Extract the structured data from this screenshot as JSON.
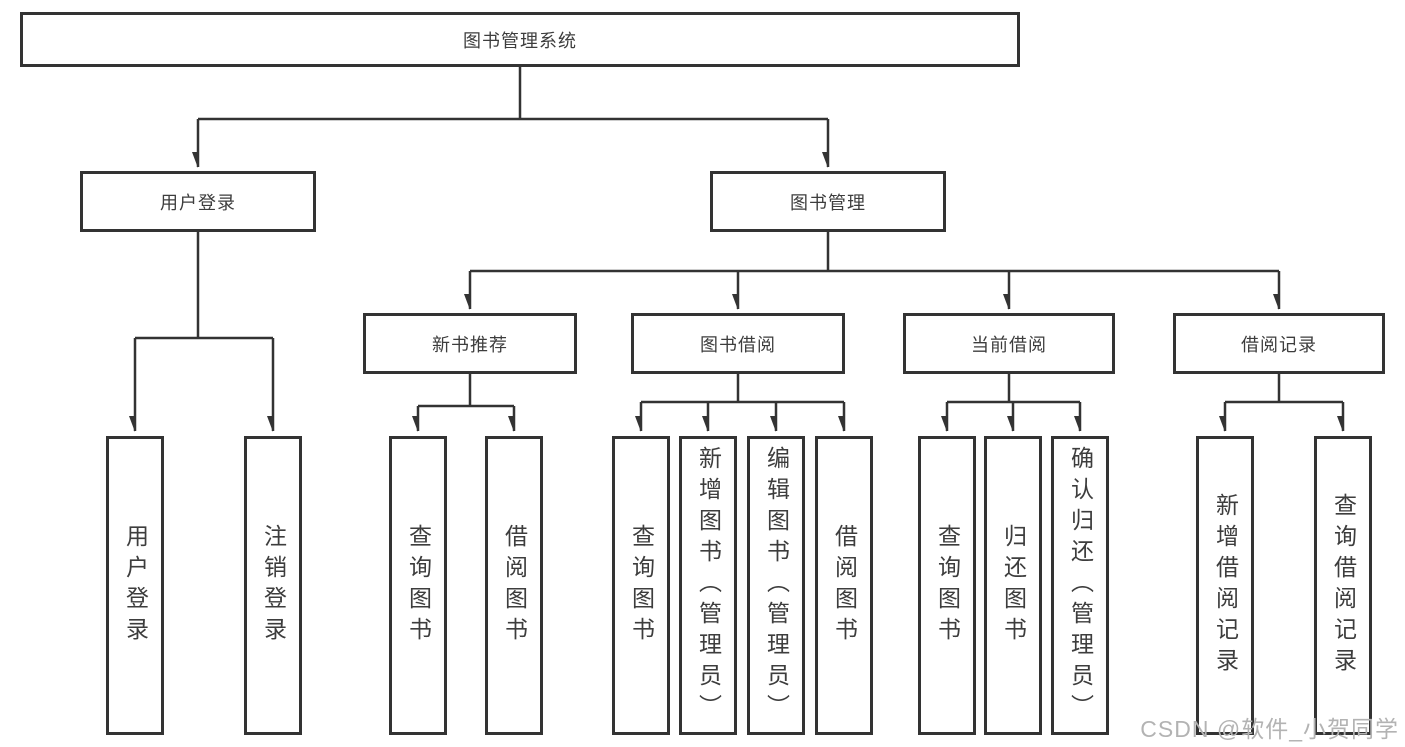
{
  "diagram": {
    "tree": {
      "label": "图书管理系统",
      "children": [
        {
          "label": "用户登录",
          "children": [
            {
              "label": "用户登录"
            },
            {
              "label": "注销登录"
            }
          ]
        },
        {
          "label": "图书管理",
          "children": [
            {
              "label": "新书推荐",
              "children": [
                {
                  "label": "查询图书"
                },
                {
                  "label": "借阅图书"
                }
              ]
            },
            {
              "label": "图书借阅",
              "children": [
                {
                  "label": "查询图书"
                },
                {
                  "label": "新增图书（管理员）"
                },
                {
                  "label": "编辑图书（管理员）"
                },
                {
                  "label": "借阅图书"
                }
              ]
            },
            {
              "label": "当前借阅",
              "children": [
                {
                  "label": "查询图书"
                },
                {
                  "label": "归还图书"
                },
                {
                  "label": "确认归还（管理员）"
                }
              ]
            },
            {
              "label": "借阅记录",
              "children": [
                {
                  "label": "新增借阅记录"
                },
                {
                  "label": "查询借阅记录"
                }
              ]
            }
          ]
        }
      ]
    },
    "colors": {
      "line": "#333333",
      "box_border": "#333333",
      "text": "#3d3d3d",
      "background": "#ffffff",
      "watermark": "#b3b3b3"
    }
  },
  "watermark": {
    "text": "CSDN @软件_小贺同学"
  }
}
